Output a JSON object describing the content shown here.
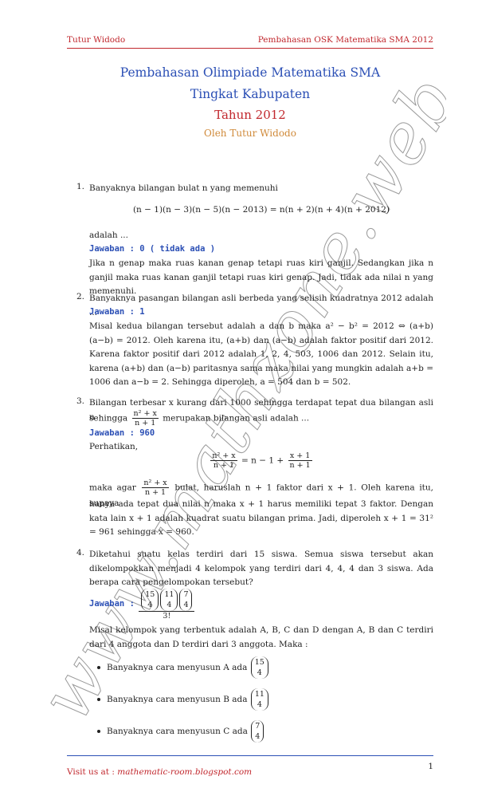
{
  "header": {
    "left": "Tutur Widodo",
    "right": "Pembahasan OSK Matematika SMA 2012"
  },
  "title": {
    "line1": "Pembahasan Olimpiade Matematika SMA",
    "line2": "Tingkat Kabupaten",
    "year": "Tahun 2012",
    "author": "Oleh Tutur Widodo"
  },
  "watermark": "www.mathzone.web.id",
  "q1": {
    "number": "1.",
    "question": "Banyaknya bilangan bulat n yang memenuhi",
    "equation": "(n − 1)(n − 3)(n − 5)(n − 2013) = n(n + 2)(n + 4)(n + 2012)",
    "after": "adalah ...",
    "answer": "Jawaban : 0 ( tidak ada )",
    "explanation": "Jika n genap maka ruas kanan genap tetapi ruas kiri ganjil. Sedangkan jika n ganjil maka ruas kanan ganjil tetapi ruas kiri genap. Jadi, tidak ada nilai n yang memenuhi."
  },
  "q2": {
    "number": "2.",
    "question": "Banyaknya pasangan bilangan asli berbeda yang selisih kuadratnya 2012 adalah ...",
    "answer": "Jawaban : 1",
    "explanation": "Misal kedua bilangan tersebut adalah a dan b maka a² − b² = 2012 ⇔ (a+b)(a−b) = 2012. Oleh karena itu, (a+b) dan (a−b) adalah faktor positif dari 2012. Karena faktor positif dari 2012 adalah 1, 2, 4, 503, 1006 dan 2012. Selain itu, karena (a+b) dan (a−b) paritasnya sama maka nilai yang mungkin adalah a+b = 1006 dan a−b = 2. Sehingga diperoleh, a = 504 dan b = 502."
  },
  "q3": {
    "number": "3.",
    "question_a": "Bilangan terbesar x kurang dari 1000 sehingga terdapat tepat dua bilangan asli n",
    "question_b_pre": "sehingga",
    "question_b_post": "merupakan bilangan asli adalah ...",
    "frac1_num": "n² + x",
    "frac1_den": "n + 1",
    "answer": "Jawaban : 960",
    "perhatikan": "Perhatikan,",
    "eq_mid": "= n − 1 +",
    "frac2_num": "x + 1",
    "frac2_den": "n + 1",
    "explain_pre": "maka agar",
    "explain_post": "bulat, haruslah n + 1 faktor dari x + 1. Oleh karena itu, supaya",
    "explain_rest": "hanya ada tepat dua nilai n maka x + 1 harus memiliki tepat 3 faktor. Dengan kata lain x + 1 adalah kuadrat suatu bilangan prima. Jadi, diperoleh x + 1 = 31² = 961 sehingga x = 960."
  },
  "q4": {
    "number": "4.",
    "question": "Diketahui suatu kelas terdiri dari 15 siswa. Semua siswa tersebut akan dikelompokkan menjadi 4 kelompok yang terdiri dari 4, 4, 4 dan 3 siswa. Ada berapa cara pengelompokan tersebut?",
    "answer_label": "Jawaban :",
    "binoms": [
      {
        "top": "15",
        "bottom": "4"
      },
      {
        "top": "11",
        "bottom": "4"
      },
      {
        "top": "7",
        "bottom": "4"
      }
    ],
    "answer_den": "3!",
    "explanation": "Misal kelompok yang terbentuk adalah A, B, C dan D dengan A, B dan C terdiri dari 4 anggota dan D terdiri dari 3 anggota. Maka :",
    "bullets": [
      {
        "text": "Banyaknya cara menyusun A ada",
        "top": "15",
        "bottom": "4"
      },
      {
        "text": "Banyaknya cara menyusun B ada",
        "top": "11",
        "bottom": "4"
      },
      {
        "text": "Banyaknya cara menyusun C ada",
        "top": "7",
        "bottom": "4"
      }
    ]
  },
  "footer": {
    "prefix": "Visit us at :",
    "link": "mathematic-room.blogspot.com",
    "page": "1"
  }
}
